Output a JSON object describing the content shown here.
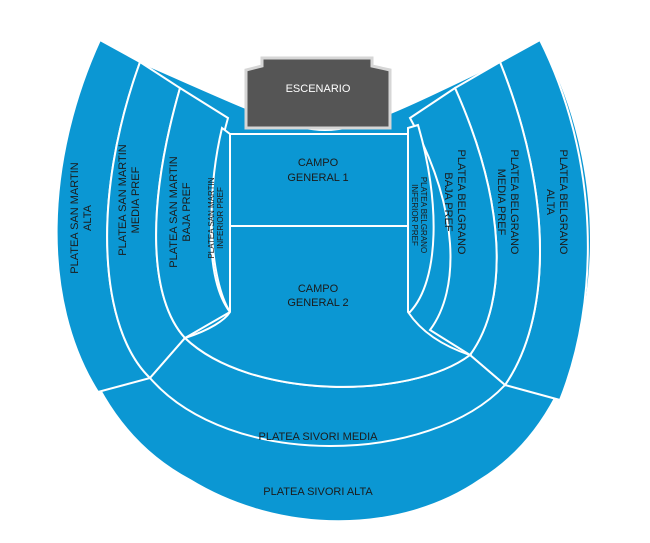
{
  "stage": {
    "label": "ESCENARIO"
  },
  "fields": {
    "campo_general_1": [
      "CAMPO",
      "GENERAL 1"
    ],
    "campo_general_2": [
      "CAMPO",
      "GENERAL 2"
    ]
  },
  "sections": {
    "san_martin_alta": [
      "PLATEA SAN MARTIN",
      "ALTA"
    ],
    "san_martin_media": [
      "PLATEA SAN MARTIN",
      "MEDIA PREF"
    ],
    "san_martin_baja": [
      "PLATEA SAN MARTIN",
      "BAJA PREF"
    ],
    "san_martin_inferior": [
      "PLATEA SAN MARTIN",
      "INFERIOR PREF"
    ],
    "belgrano_alta": [
      "PLATEA BELGRANO",
      "ALTA"
    ],
    "belgrano_media": [
      "PLATEA BELGRANO",
      "MEDIA PREF"
    ],
    "belgrano_baja": [
      "PLATEA BELGRANO",
      "BAJA PREF"
    ],
    "belgrano_inferior": [
      "PLATEA BELGRANO",
      "INFERIOR PREF"
    ],
    "sivori_media": "PLATEA SIVORI MEDIA",
    "sivori_alta": "PLATEA SIVORI ALTA"
  },
  "colors": {
    "section": "#0b97d3",
    "stage": "#555555",
    "separator": "#ffffff"
  }
}
